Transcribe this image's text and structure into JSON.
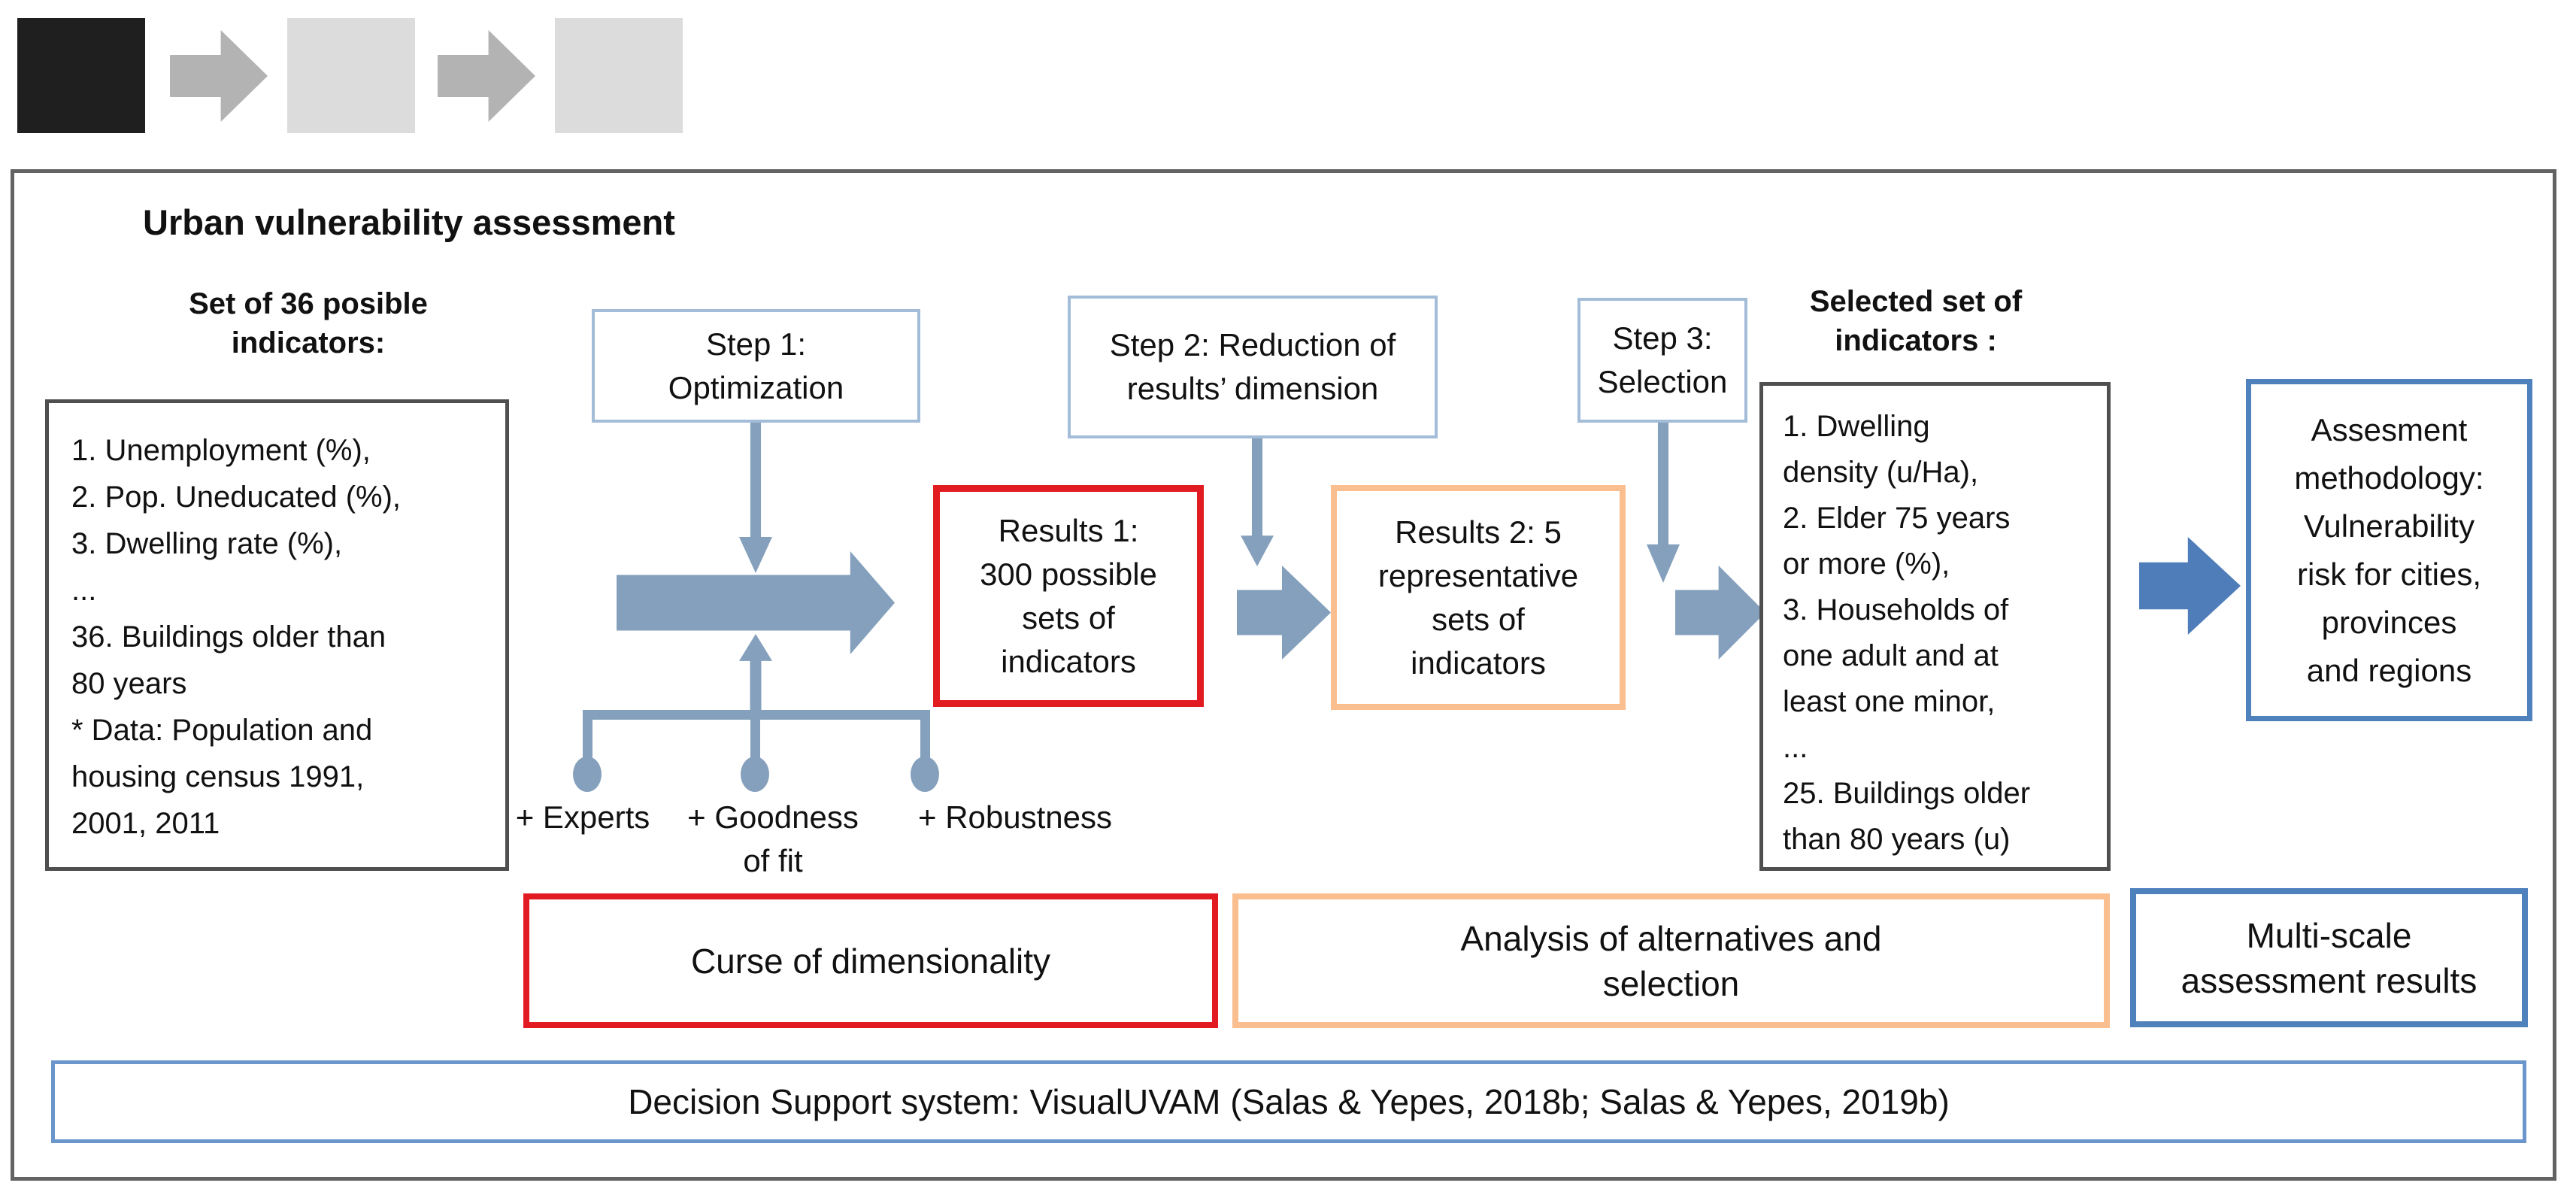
{
  "colors": {
    "steel_arrow": "#84a0bc",
    "step_border": "#a3bdd8",
    "strong_blue": "#4e7dba",
    "box_blue": "#4f81bd",
    "red": "#e21b22",
    "orange": "#fbbe8e",
    "gray_border": "#4f4f4f",
    "frame_border": "#636363",
    "bar_border": "#6b96cb",
    "black_square": "#1f1f1f",
    "light_square": "#dcdcdc",
    "ribbon_arrow": "#b3b3b3"
  },
  "diagram": {
    "title": "Urban vulnerability assessment",
    "left": {
      "heading": "Set of 36 posible\nindicators:",
      "indicators": "1. Unemployment (%),\n2. Pop. Uneducated (%),\n3. Dwelling rate (%),\n...\n36. Buildings older than\n80 years\n* Data: Population and\nhousing census 1991,\n2001, 2011"
    },
    "steps": {
      "step1": "Step 1:\nOptimization",
      "step2": "Step 2: Reduction of\nresults’ dimension",
      "step3": "Step 3:\nSelection"
    },
    "results": {
      "results1": "Results 1:\n300 possible\nsets of\nindicators",
      "results2": "Results 2: 5\nrepresentative\nsets of\nindicators"
    },
    "inputs": {
      "experts": "+ Experts",
      "goodness_of_fit": "+ Goodness\nof fit",
      "robustness": "+ Robustness"
    },
    "selected": {
      "heading": "Selected set of\nindicators :",
      "indicators": "1. Dwelling\ndensity (u/Ha),\n2. Elder 75 years\nor more (%),\n3. Households of\none adult and at\nleast one minor,\n...\n25. Buildings older\nthan 80 years (u)"
    },
    "assessment": "Assesment\nmethodology:\nVulnerability\nrisk for cities,\nprovinces\nand regions",
    "bottom": {
      "curse": "Curse of dimensionality",
      "analysis": "Analysis of alternatives and\nselection",
      "multiscale": "Multi-scale\nassessment results"
    },
    "decision": "Decision Support system: VisualUVAM (Salas & Yepes, 2018b; Salas & Yepes, 2019b)"
  }
}
